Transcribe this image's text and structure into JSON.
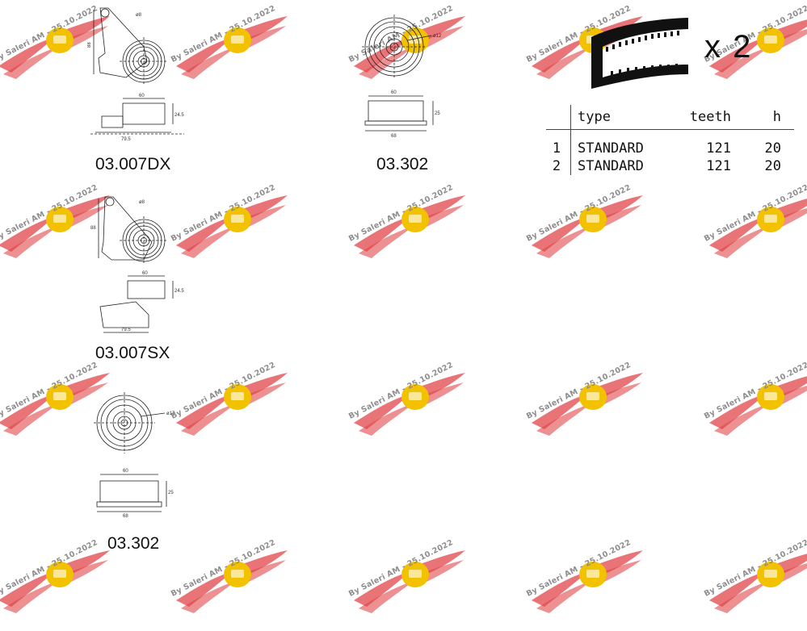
{
  "watermark": {
    "text": "By Saleri AM - 25.10.2022",
    "brand_colors": {
      "wing": "#e0464a",
      "badge": "#f2c200"
    }
  },
  "parts": [
    {
      "code": "03.007DX",
      "dims": [
        "88",
        "ø8",
        "60",
        "24.5",
        "79.5"
      ]
    },
    {
      "code": "03.302",
      "dims": [
        "ø12",
        "60",
        "25",
        "68"
      ]
    },
    {
      "code": "03.007SX",
      "dims": [
        "88",
        "ø8",
        "60",
        "24.5",
        "79.5"
      ]
    },
    {
      "code": "03.302",
      "dims": [
        "ø17",
        "60",
        "25",
        "68"
      ]
    }
  ],
  "belt": {
    "multiplier": "x 2",
    "columns": {
      "type": "type",
      "teeth": "teeth",
      "h": "h"
    },
    "rows": [
      {
        "index": "1",
        "type": "STANDARD",
        "teeth": "121",
        "h": "20"
      },
      {
        "index": "2",
        "type": "STANDARD",
        "teeth": "121",
        "h": "20"
      }
    ]
  }
}
